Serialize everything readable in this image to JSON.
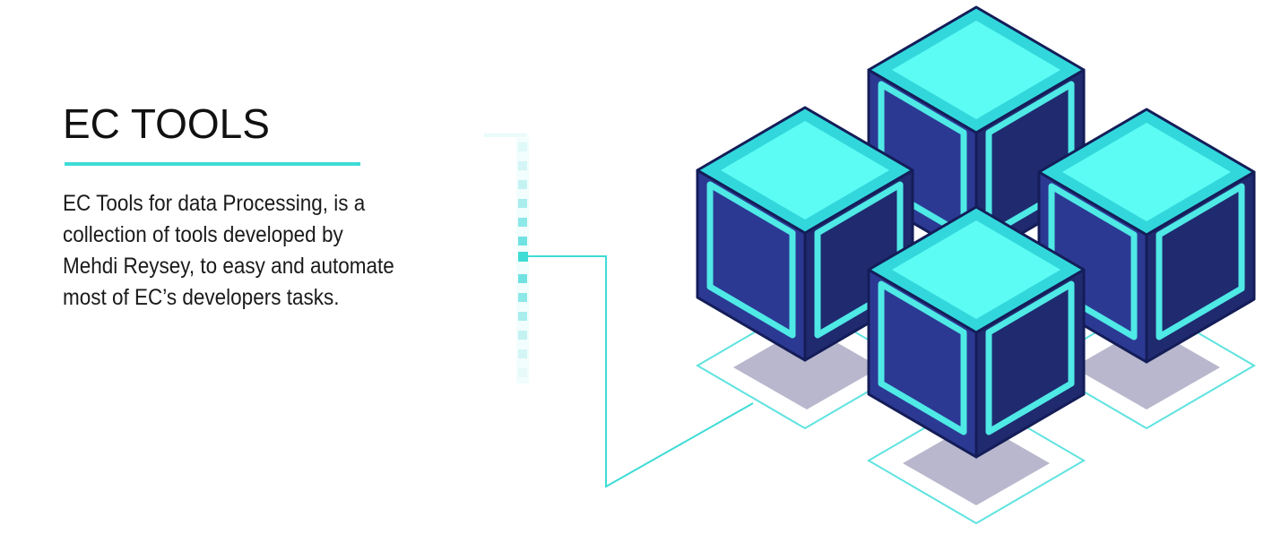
{
  "header": {
    "title": "EC TOOLS"
  },
  "intro": {
    "lines": [
      "EC Tools for data Processing, is a",
      "collection of tools developed by",
      "Mehdi Reysey, to easy and automate",
      "most of EC’s developers tasks."
    ]
  },
  "illustration": {
    "icon": "server-cubes-illustration",
    "colors": {
      "accent": "#3fdcd6",
      "cube_top": "#5cfcf4",
      "cube_top_dark": "#32d7dc",
      "cube_side_dark": "#1f2a6f",
      "cube_side_mid": "#2b3993",
      "cube_edge": "#141d58",
      "shadow": "#b9b7cd"
    }
  }
}
